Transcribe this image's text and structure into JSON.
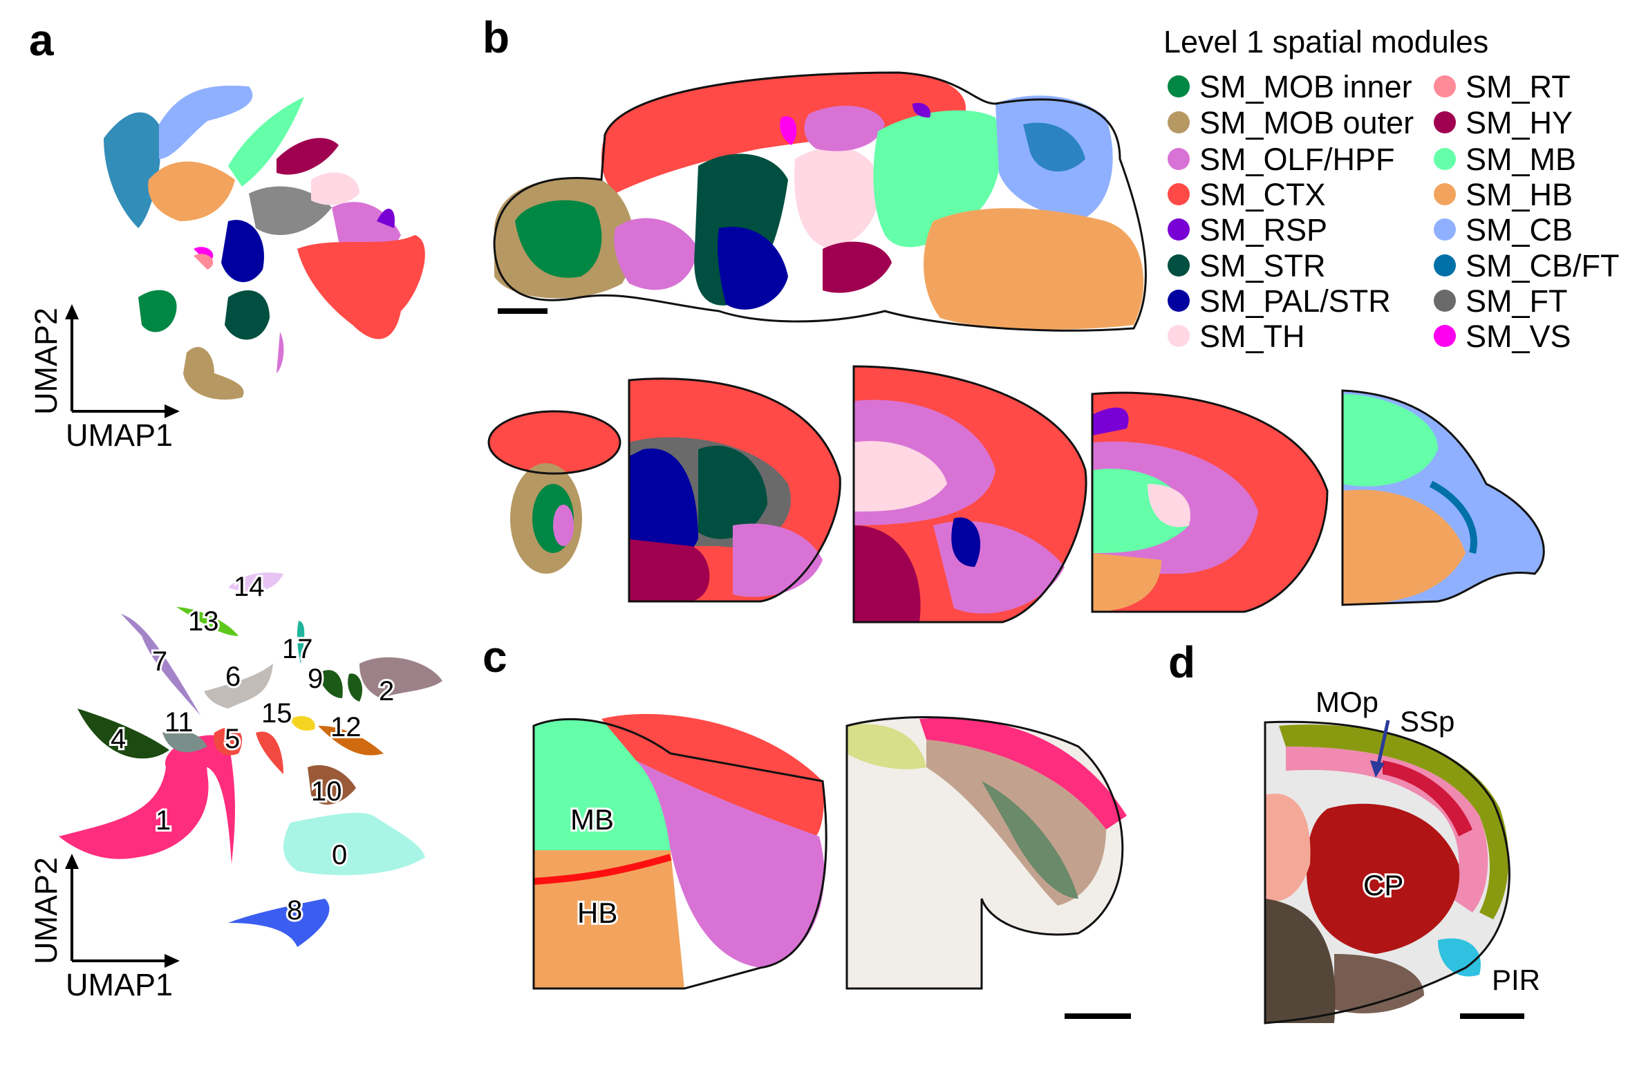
{
  "panels": {
    "a": "a",
    "b": "b",
    "c": "c",
    "d": "d"
  },
  "umap_axes": {
    "x_label": "UMAP1",
    "y_label": "UMAP2"
  },
  "legend": {
    "title": "Level 1 spatial modules",
    "items": [
      {
        "label": "SM_MOB inner",
        "color": "#008744"
      },
      {
        "label": "SM_MOB outer",
        "color": "#b69863"
      },
      {
        "label": "SM_OLF/HPF",
        "color": "#d873d5"
      },
      {
        "label": "SM_CTX",
        "color": "#ff4a47"
      },
      {
        "label": "SM_RSP",
        "color": "#7800d4"
      },
      {
        "label": "SM_STR",
        "color": "#004f40"
      },
      {
        "label": "SM_PAL/STR",
        "color": "#0000a0"
      },
      {
        "label": "SM_TH",
        "color": "#ffd8e4"
      },
      {
        "label": "SM_RT",
        "color": "#ff8a98"
      },
      {
        "label": "SM_HY",
        "color": "#a00050"
      },
      {
        "label": "SM_MB",
        "color": "#64ffa8"
      },
      {
        "label": "SM_HB",
        "color": "#f2a45e"
      },
      {
        "label": "SM_CB",
        "color": "#8fb0ff"
      },
      {
        "label": "SM_CB/FT",
        "color": "#0070a8"
      },
      {
        "label": "SM_FT",
        "color": "#6a6a6a"
      },
      {
        "label": "SM_VS",
        "color": "#ff00f0"
      }
    ]
  },
  "clusters": [
    {
      "label": "0",
      "color": "#a8f5e6"
    },
    {
      "label": "1",
      "color": "#ff2d7d"
    },
    {
      "label": "2",
      "color": "#9c8288"
    },
    {
      "label": "4",
      "color": "#1c4a10"
    },
    {
      "label": "5",
      "color": "#f24a40"
    },
    {
      "label": "6",
      "color": "#c2bcb8"
    },
    {
      "label": "7",
      "color": "#a484c8"
    },
    {
      "label": "8",
      "color": "#3c5ef0"
    },
    {
      "label": "9",
      "color": "#9a5a38"
    },
    {
      "label": "10",
      "color": "#1c5a18"
    },
    {
      "label": "11",
      "color": "#7a8e8a"
    },
    {
      "label": "12",
      "color": "#d06a10"
    },
    {
      "label": "13",
      "color": "#5cc81c"
    },
    {
      "label": "14",
      "color": "#e8c4f4"
    },
    {
      "label": "15",
      "color": "#f4d420"
    },
    {
      "label": "17",
      "color": "#20b49c"
    }
  ],
  "panel_c": {
    "mb_label": "MB",
    "hb_label": "HB"
  },
  "panel_d": {
    "mop_label": "MOp",
    "ssp_label": "SSp",
    "cp_label": "CP",
    "pir_label": "PIR",
    "arrow_color": "#2a3a9a"
  }
}
